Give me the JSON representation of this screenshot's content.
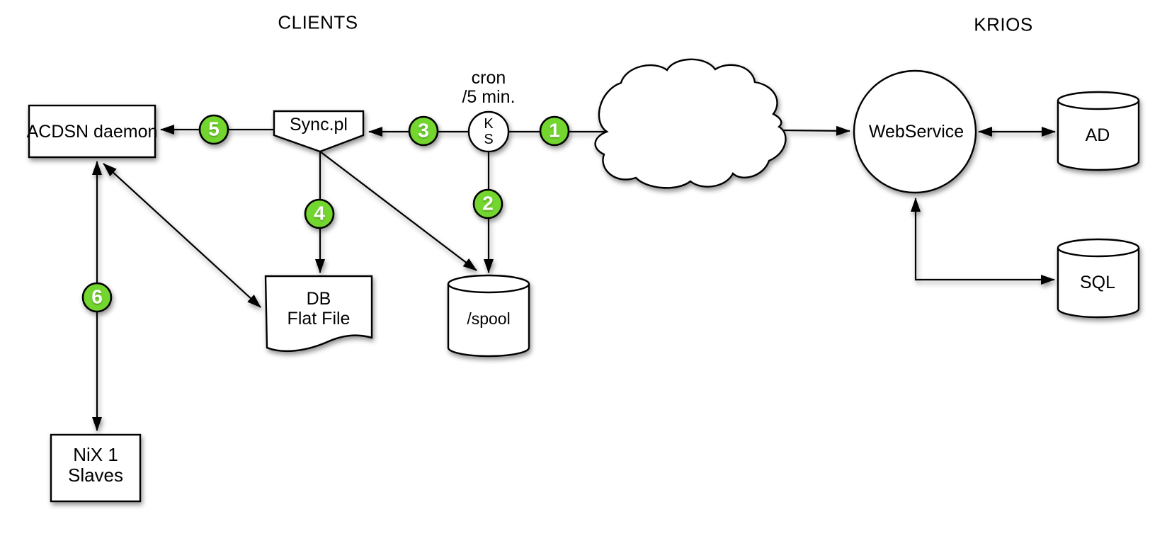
{
  "section_labels": {
    "clients": "CLIENTS",
    "krios": "KRIOS"
  },
  "nodes": {
    "acdsn_daemon": {
      "label": "ACDSN daemon"
    },
    "sync_pl": {
      "label": "Sync.pl"
    },
    "cron_schedule": {
      "line1": "cron",
      "line2": "/5 min."
    },
    "ks_circle": {
      "line1": "K",
      "line2": "S"
    },
    "web_service": {
      "label": "WebService"
    },
    "ad": {
      "label": "AD"
    },
    "sql": {
      "label": "SQL"
    },
    "spool": {
      "label": "/spool"
    },
    "db_flat_file": {
      "line1": "DB",
      "line2": "Flat File"
    },
    "nix_slaves": {
      "line1": "NiX 1",
      "line2": "Slaves"
    }
  },
  "step_badges": {
    "step1": "1",
    "step2": "2",
    "step3": "3",
    "step4": "4",
    "step5": "5",
    "step6": "6"
  },
  "colors": {
    "badge_green": "#73d62f",
    "badge_number": "#ffffff",
    "outline": "#000000",
    "shape_fill": "#ffffff",
    "background": "#ffffff"
  }
}
